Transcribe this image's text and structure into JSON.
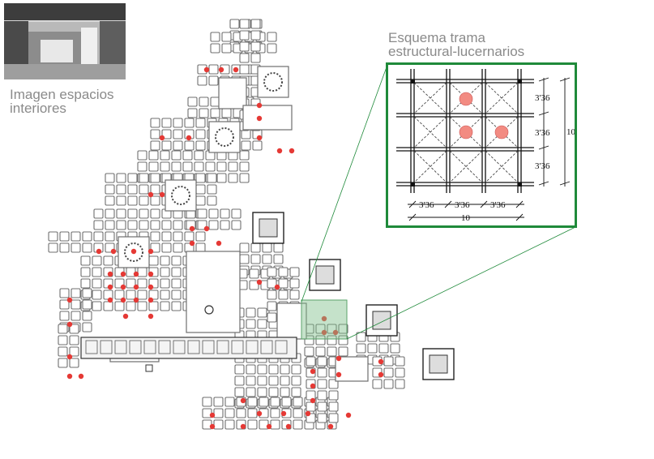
{
  "photo": {
    "caption_line1": "Imagen espacios",
    "caption_line2": "interiores"
  },
  "detail": {
    "title_line1": "Esquema trama",
    "title_line2": "estructural-lucernarios",
    "dim_module": "3'36",
    "dim_total": "10",
    "frame_color": "#1f8a3a",
    "skylight_color": "#f28b82"
  },
  "plan": {
    "grid_color": "#6f6f6f",
    "skylight_color": "#e53935",
    "highlight_color": "#7fbf8a"
  }
}
